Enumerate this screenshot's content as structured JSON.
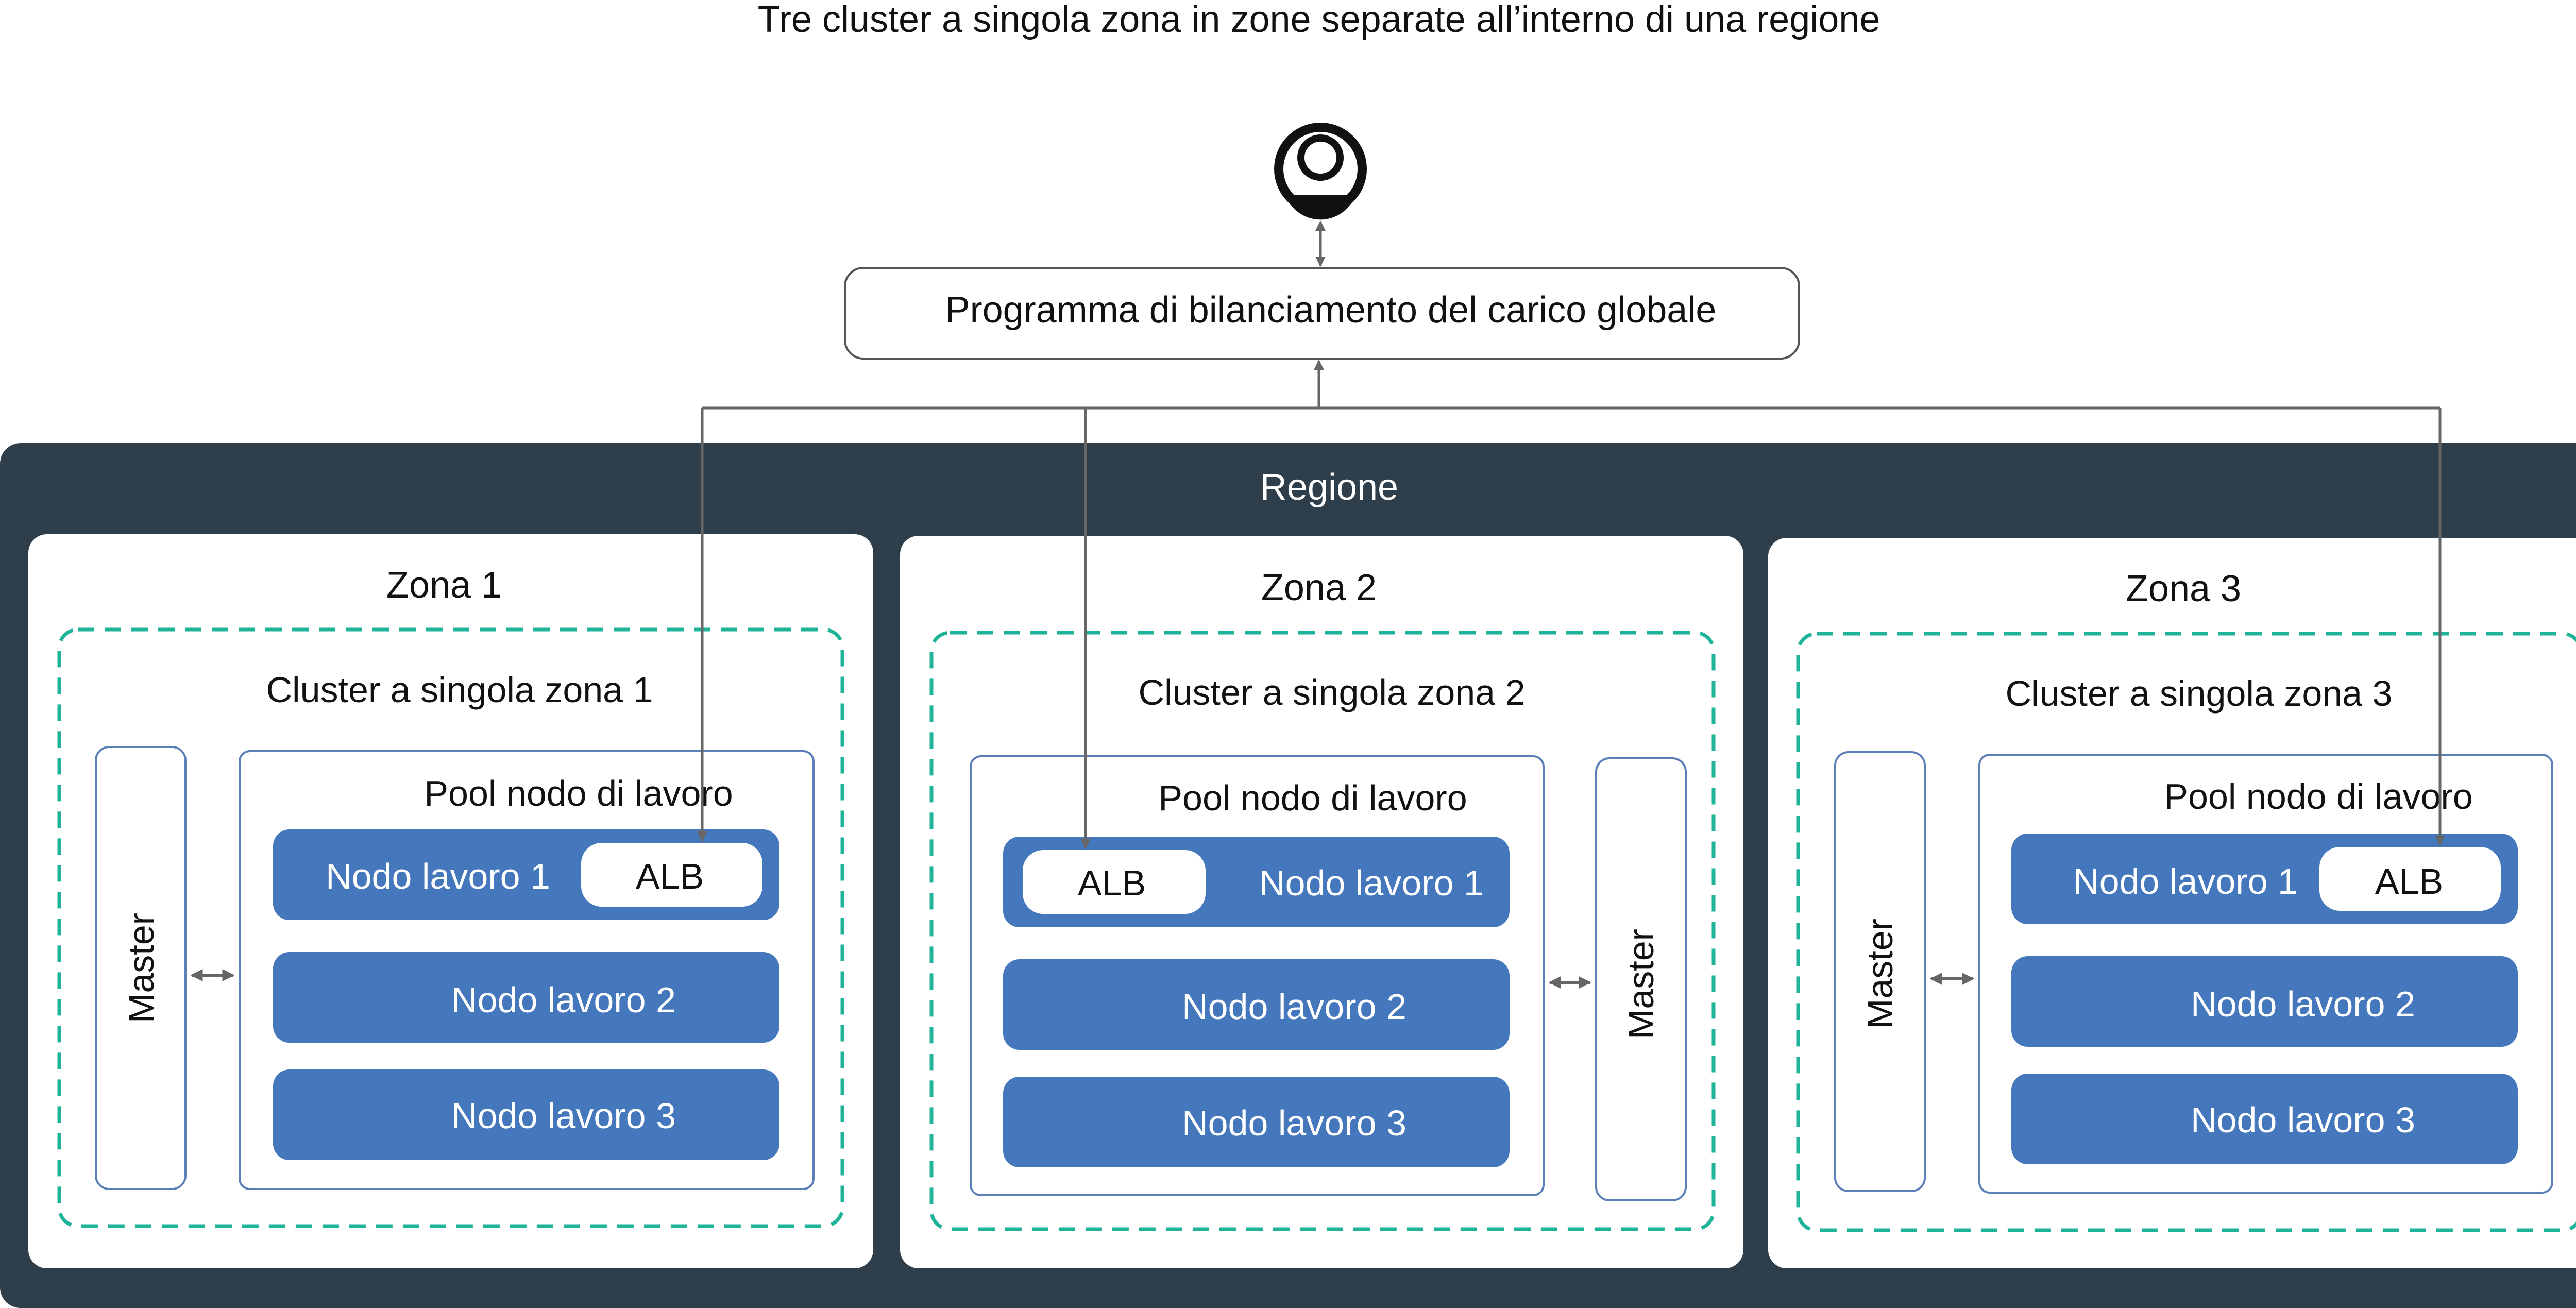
{
  "title": "Tre cluster a singola zona in zone separate all’interno di una regione",
  "user_icon": "user-icon",
  "global_load_balancer": "Programma di bilanciamento del carico globale",
  "region": {
    "label": "Regione"
  },
  "zones": [
    {
      "label": "Zona 1",
      "cluster": "Cluster a singola zona 1",
      "pool": "Pool nodo di lavoro",
      "master": "Master",
      "alb": "ALB",
      "workers": [
        "Nodo lavoro 1",
        "Nodo lavoro 2",
        "Nodo lavoro 3"
      ]
    },
    {
      "label": "Zona 2",
      "cluster": "Cluster a singola zona 2",
      "pool": "Pool nodo di lavoro",
      "master": "Master",
      "alb": "ALB",
      "workers": [
        "Nodo lavoro 1",
        "Nodo lavoro 2",
        "Nodo lavoro 3"
      ]
    },
    {
      "label": "Zona 3",
      "cluster": "Cluster a singola zona 3",
      "pool": "Pool nodo di lavoro",
      "master": "Master",
      "alb": "ALB",
      "workers": [
        "Nodo lavoro 1",
        "Nodo lavoro 2",
        "Nodo lavoro 3"
      ]
    }
  ],
  "colors": {
    "region_bg": "#2e3e4a",
    "worker_fill": "#4477bb",
    "cluster_dash": "#1fb39a",
    "outline": "#5b80b8",
    "connector": "#666666"
  }
}
